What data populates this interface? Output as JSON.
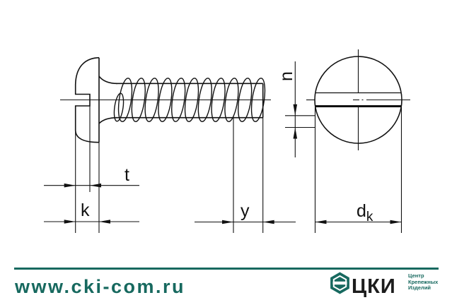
{
  "drawing": {
    "description": "Pan head slotted screw, side view and head end view",
    "dimension_labels": {
      "t": "t",
      "k": "k",
      "y": "y",
      "n": "n",
      "dk_base": "d",
      "dk_sub": "k"
    }
  },
  "footer": {
    "url": "www.cki-com.ru",
    "logo": {
      "brand": "ЦКИ",
      "tagline_lines": [
        "Центр",
        "Крепежных",
        "Изделий"
      ]
    }
  },
  "colors": {
    "accent_teal": "#17695f",
    "drawing_line": "#111111",
    "brand_text": "#1c1c1c",
    "background": "#ffffff"
  }
}
